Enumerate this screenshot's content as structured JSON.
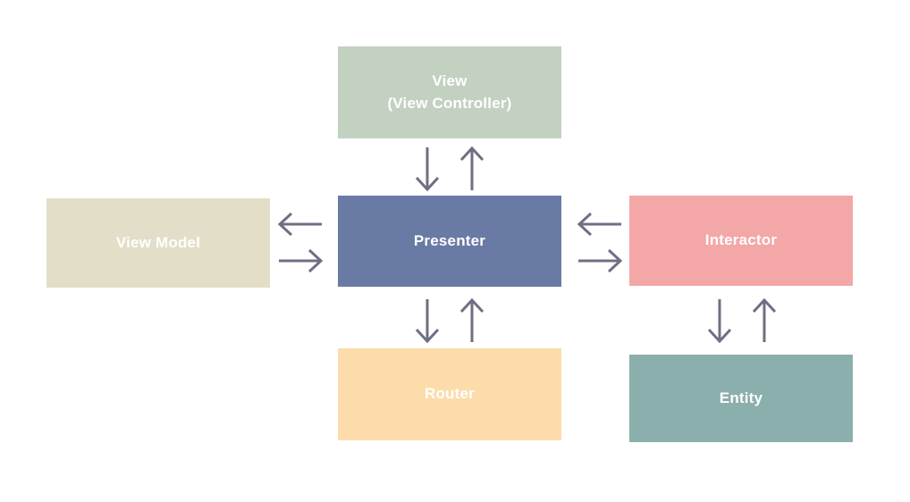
{
  "diagram": {
    "title": "VIPER architecture diagram",
    "background_color": "#ffffff",
    "arrow_color": "#6f6f83",
    "text_color": "#ffffff",
    "nodes": [
      {
        "id": "view",
        "label": "View\n(View Controller)",
        "color": "#c3d1c1"
      },
      {
        "id": "presenter",
        "label": "Presenter",
        "color": "#697ba5"
      },
      {
        "id": "view-model",
        "label": "View Model",
        "color": "#e3dec8"
      },
      {
        "id": "interactor",
        "label": "Interactor",
        "color": "#f4a7a7"
      },
      {
        "id": "router",
        "label": "Router",
        "color": "#fcdcab"
      },
      {
        "id": "entity",
        "label": "Entity",
        "color": "#8bafac"
      }
    ],
    "connections": [
      {
        "id": "view-presenter",
        "from": "view",
        "to": "presenter",
        "orientation": "vertical",
        "bidirectional": true
      },
      {
        "id": "presenter-router",
        "from": "presenter",
        "to": "router",
        "orientation": "vertical",
        "bidirectional": true
      },
      {
        "id": "interactor-entity",
        "from": "interactor",
        "to": "entity",
        "orientation": "vertical",
        "bidirectional": true
      },
      {
        "id": "viewmodel-presenter",
        "from": "view-model",
        "to": "presenter",
        "orientation": "horizontal",
        "bidirectional": true
      },
      {
        "id": "presenter-interactor",
        "from": "presenter",
        "to": "interactor",
        "orientation": "horizontal",
        "bidirectional": true
      }
    ]
  }
}
